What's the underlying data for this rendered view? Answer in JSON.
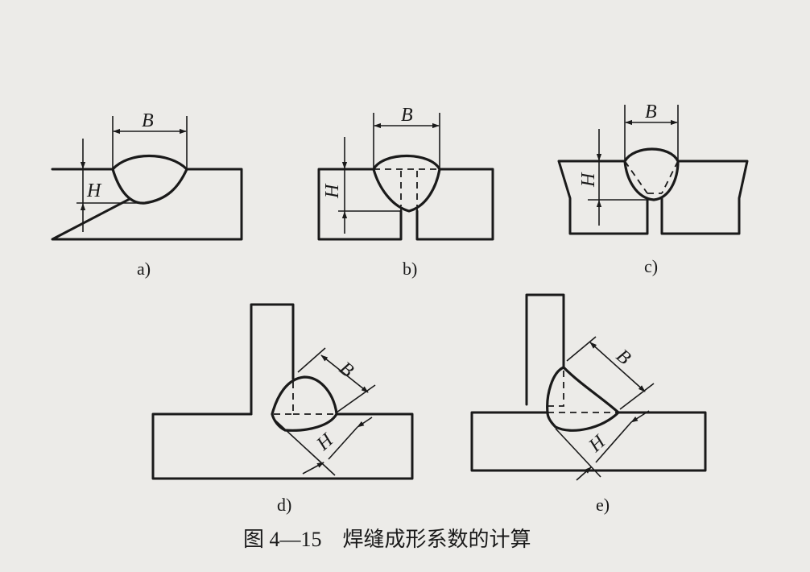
{
  "dimension_labels": {
    "width": "B",
    "depth": "H"
  },
  "panels": [
    {
      "label": "a)"
    },
    {
      "label": "b)"
    },
    {
      "label": "c)"
    },
    {
      "label": "d)"
    },
    {
      "label": "e)"
    }
  ],
  "caption": "图 4—15    焊缝成形系数的计算"
}
